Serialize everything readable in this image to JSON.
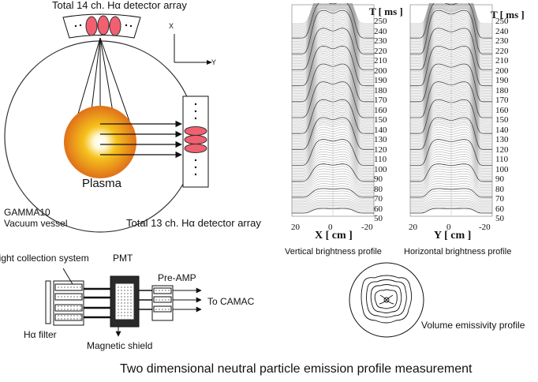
{
  "top_array": {
    "label": "Total 14 ch. Hα detector array"
  },
  "side_array": {
    "label": "Total 13 ch. Hα detector array"
  },
  "axes": {
    "x": "X",
    "y": "Y"
  },
  "plasma": {
    "label": "Plasma"
  },
  "vessel": {
    "line1": "GAMMA10",
    "line2": "Vacuum vessel"
  },
  "detector": {
    "light_collection": "light collection system",
    "pmt": "PMT",
    "preamp": "Pre-AMP",
    "camac": "To CAMAC",
    "filter": "Hα filter",
    "shield": "Magnetic shield"
  },
  "vertical_profile": {
    "time_label": "T [ ms ]",
    "time_ticks": [
      "250",
      "240",
      "230",
      "220",
      "210",
      "200",
      "190",
      "180",
      "170",
      "160",
      "150",
      "140",
      "130",
      "120",
      "110",
      "100",
      "90",
      "80",
      "70",
      "60",
      "50"
    ],
    "axis_ticks": [
      "20",
      "0",
      "-20"
    ],
    "axis_label": "X [ cm ]",
    "caption": "Vertical brightness profile"
  },
  "horizontal_profile": {
    "time_label": "T [ ms ]",
    "time_ticks": [
      "250",
      "240",
      "230",
      "220",
      "210",
      "200",
      "190",
      "180",
      "170",
      "160",
      "150",
      "140",
      "130",
      "120",
      "110",
      "100",
      "90",
      "80",
      "70",
      "60",
      "50"
    ],
    "axis_ticks": [
      "20",
      "0",
      "-20"
    ],
    "axis_label": "Y [ cm ]",
    "caption": "Horizontal brightness profile"
  },
  "emissivity": {
    "caption": "Volume emissivity profile"
  },
  "title": "Two dimensional neutral particle emission profile measurement",
  "colors": {
    "plasma_core": "#ffffff",
    "plasma_mid": "#f5c21c",
    "plasma_edge": "#e0701a",
    "detector_fill": "#f06070"
  }
}
